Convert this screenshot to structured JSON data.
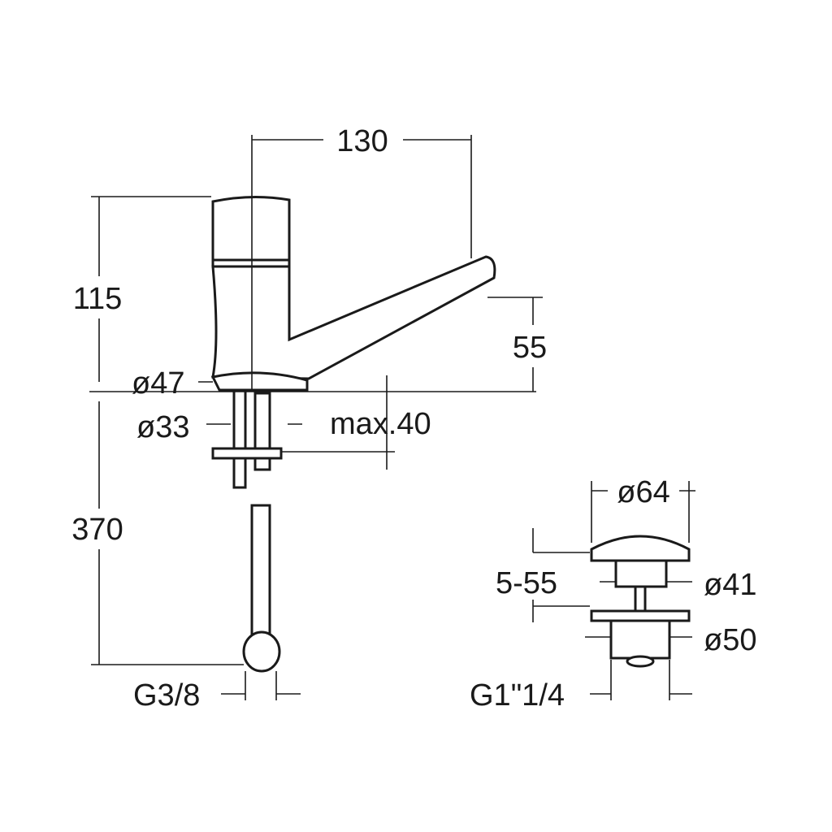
{
  "dimensions": {
    "width_130": "130",
    "height_115": "115",
    "spout_55": "55",
    "dia_47": "ø47",
    "dia_33": "ø33",
    "max_40": "max.40",
    "hose_370": "370",
    "thread_g38": "G3/8",
    "waste_dia_64": "ø64",
    "waste_5_55": "5-55",
    "waste_dia_41": "ø41",
    "waste_dia_50": "ø50",
    "waste_thread": "G1\"1/4"
  }
}
